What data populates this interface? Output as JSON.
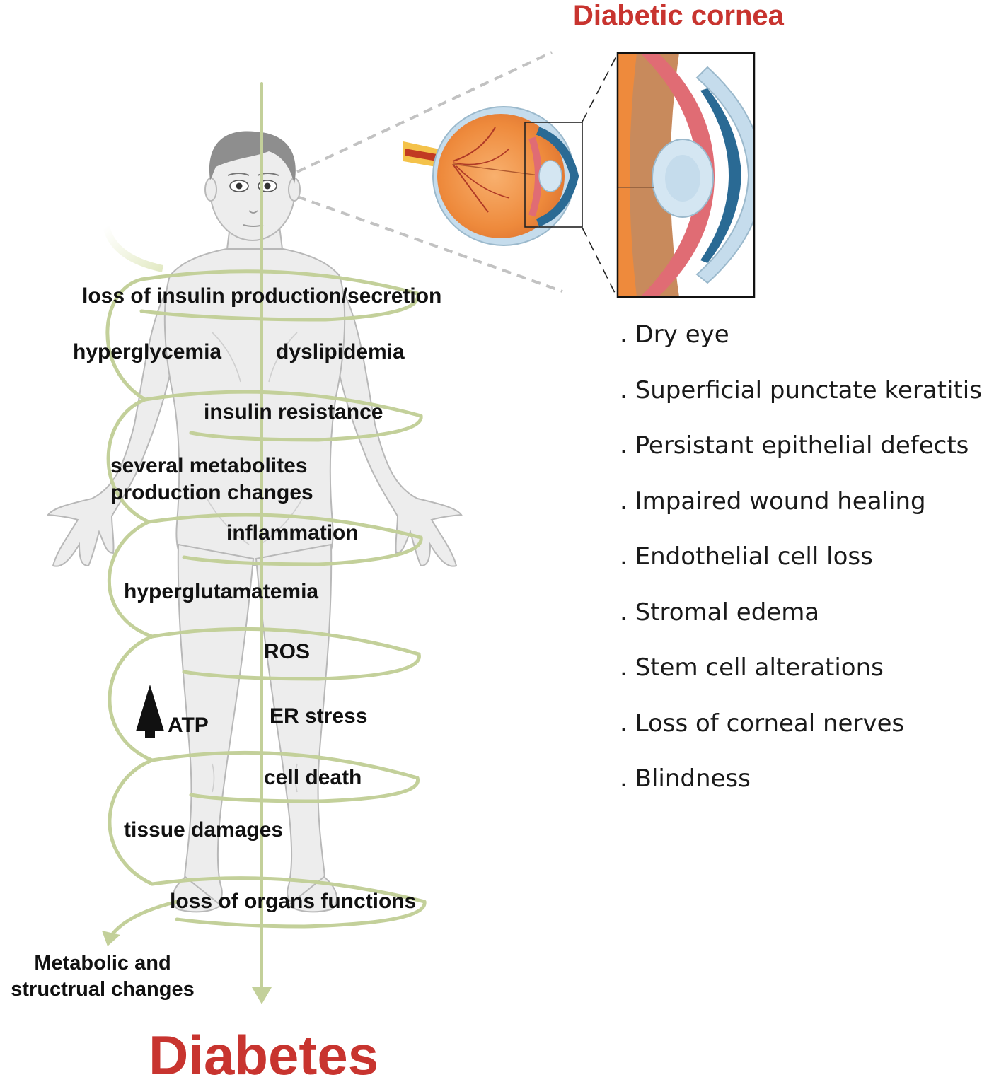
{
  "titles": {
    "cornea": "Diabetic cornea",
    "disease": "Diabetes"
  },
  "pathway_labels": {
    "insulin_loss": "loss of insulin production/secretion",
    "hyperglycemia": "hyperglycemia",
    "dyslipidemia": "dyslipidemia",
    "insulin_resistance": "insulin resistance",
    "metabolites_1": "several metabolites",
    "metabolites_2": "production changes",
    "inflammation": "inflammation",
    "hyperglutamatemia": "hyperglutamatemia",
    "ros": "ROS",
    "atp": "ATP",
    "er_stress": "ER stress",
    "cell_death": "cell death",
    "tissue_damages": "tissue damages",
    "organ_loss": "loss of organs functions"
  },
  "outcome": {
    "line1": "Metabolic and",
    "line2": "structrual changes"
  },
  "complications": [
    ". Dry eye",
    ". Superficial punctate keratitis",
    ". Persistant epithelial defects",
    ". Impaired wound healing",
    ". Endothelial cell loss",
    ". Stromal edema",
    ". Stem cell alterations",
    ". Loss of corneal nerves",
    ". Blindness"
  ],
  "colors": {
    "title_red": "#c8342f",
    "spiral_green": "#c3d09a",
    "body_fill": "#ededed",
    "body_stroke": "#b8b8b8",
    "hair": "#8e8e8e",
    "eye_orange": "#ee8a3c",
    "iris_blue": "#2a6a94",
    "lens": "#c5dcec",
    "muscle_pink": "#e06c74",
    "connector_gray": "#bdbdbd"
  }
}
